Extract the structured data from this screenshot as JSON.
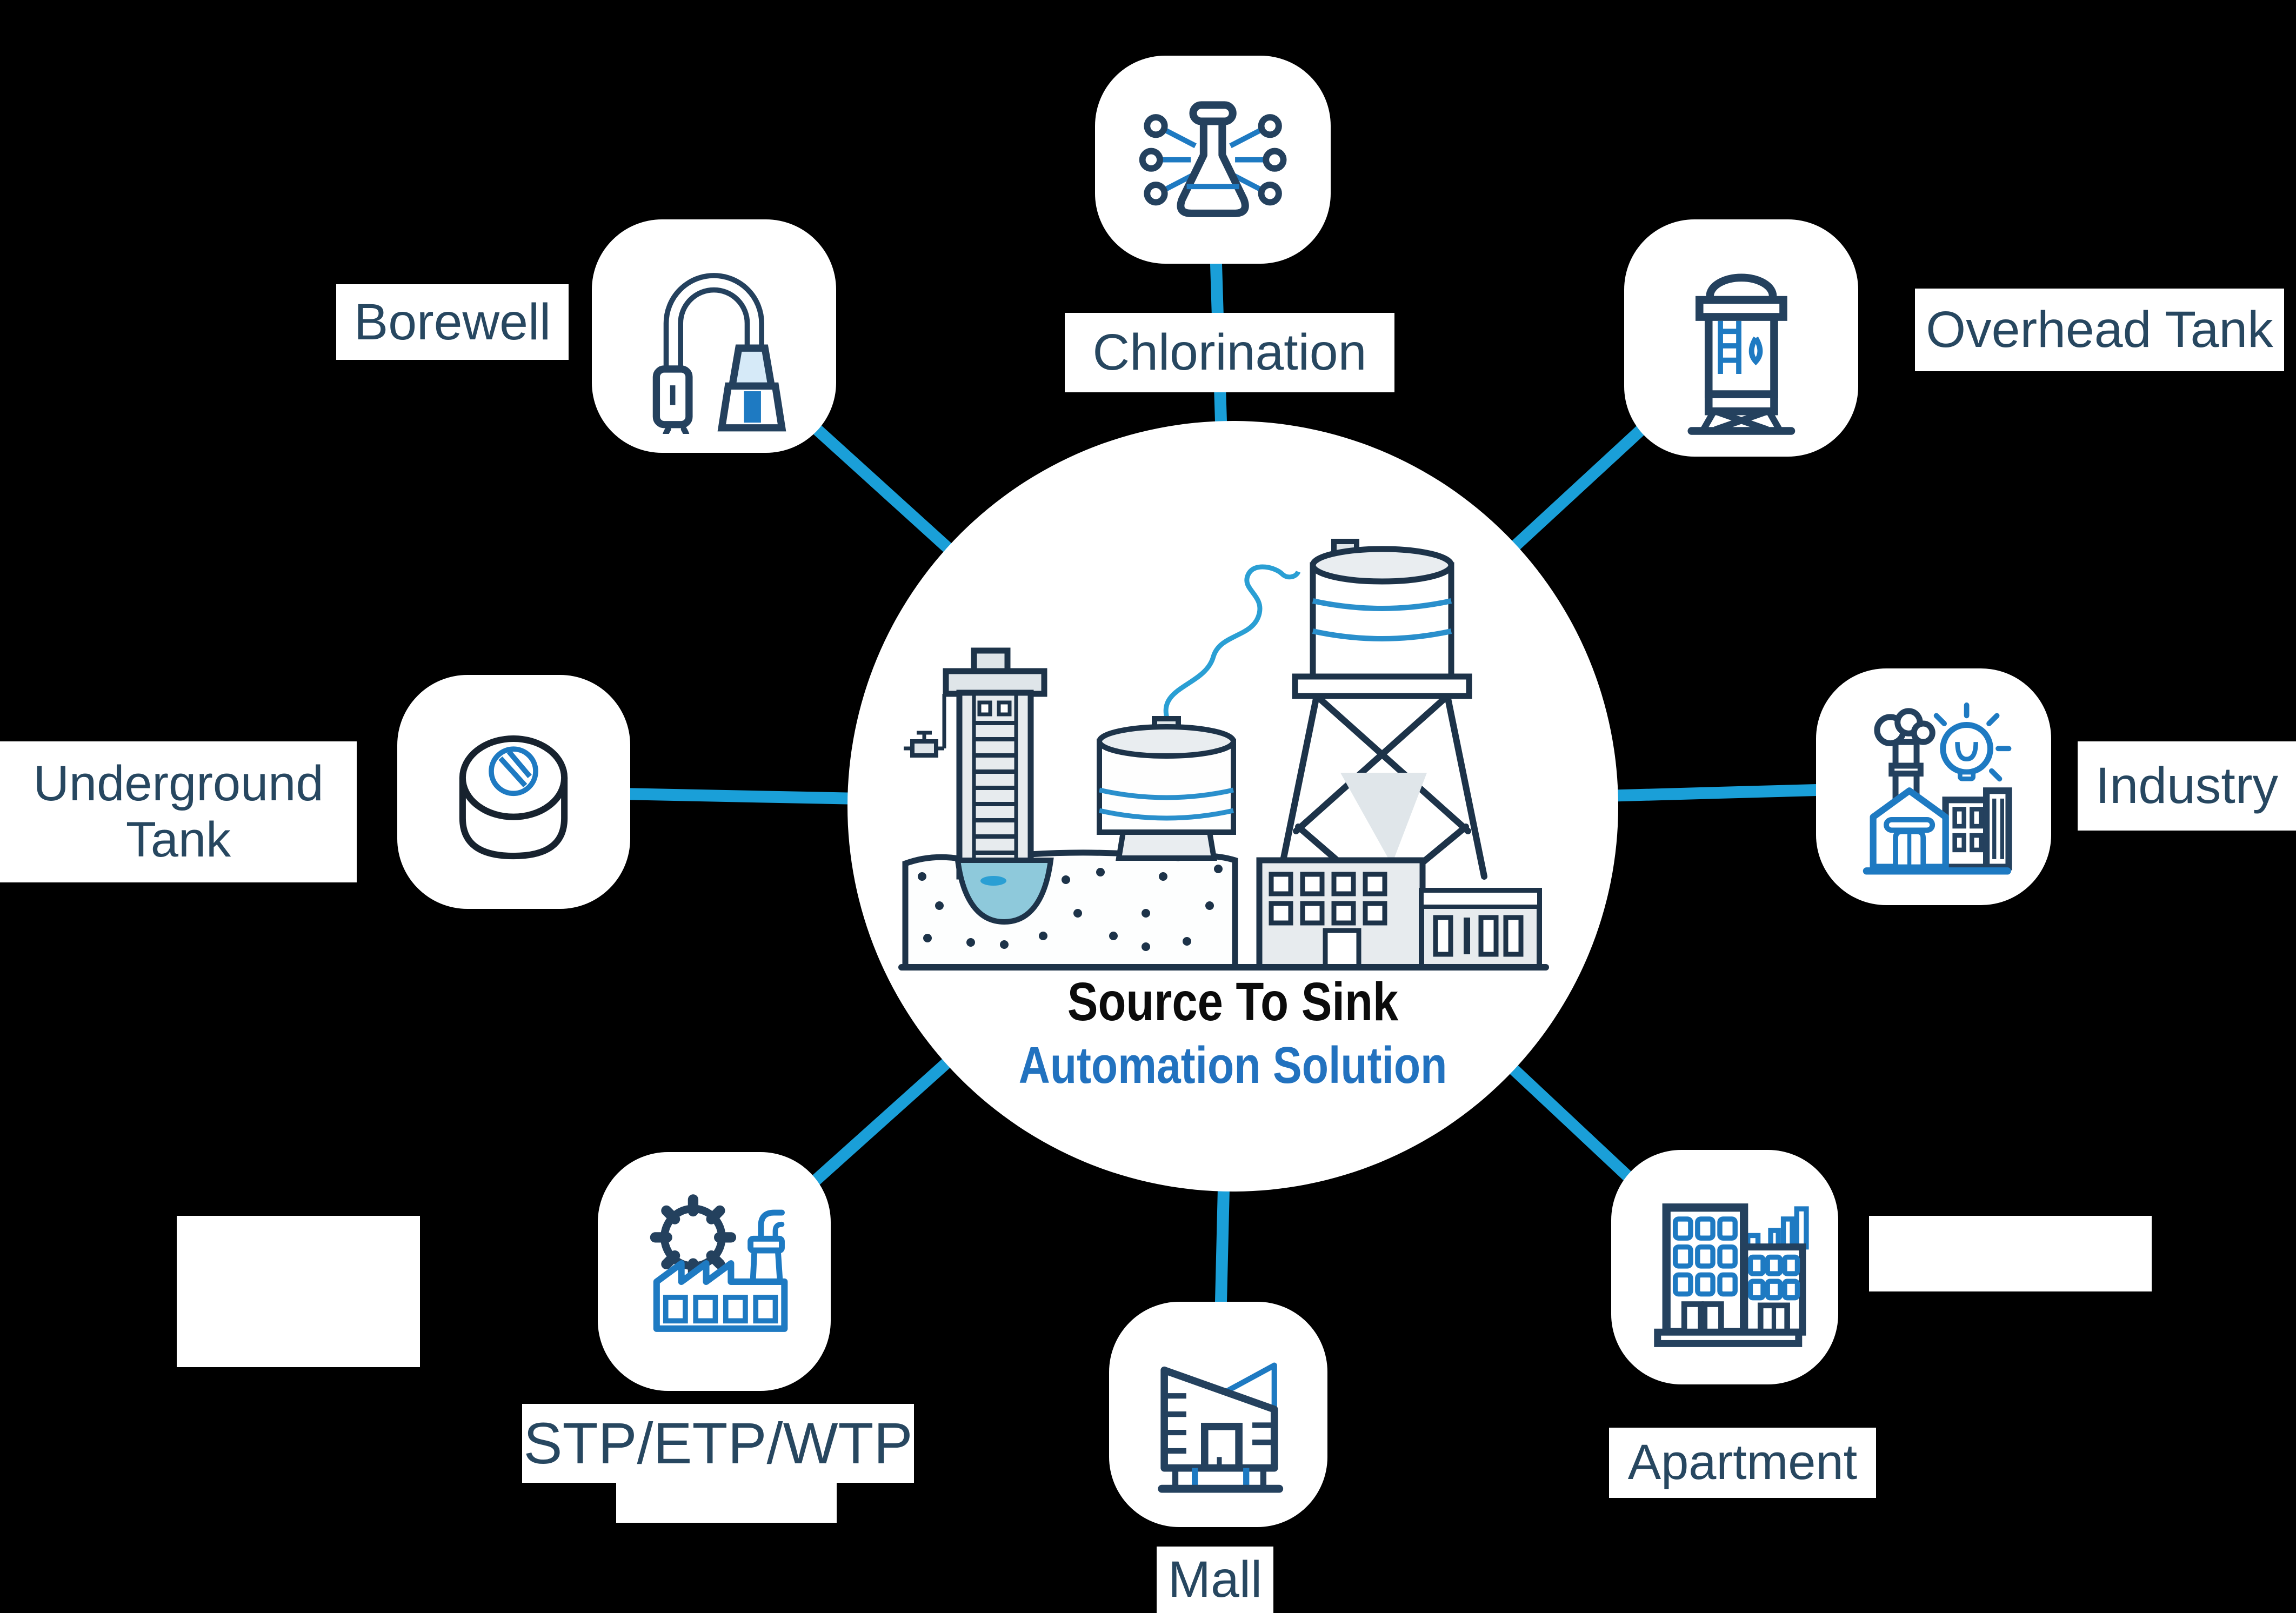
{
  "colors": {
    "background": "#000000",
    "connector_line": "#1a9fd8",
    "node_background": "#ffffff",
    "label_background": "#ffffff",
    "label_text": "#274760",
    "icon_dark_navy": "#24415e",
    "icon_blue": "#1e7ac2",
    "center_title": "#0b0b0b",
    "center_subtitle": "#2272bf",
    "illustration_water": "#8ec9db",
    "illustration_steam": "#2a9fd4"
  },
  "center": {
    "title": "Source To Sink",
    "subtitle": "Automation Solution"
  },
  "nodes": [
    {
      "label": "Borewell",
      "icon": "borewell-pump-icon"
    },
    {
      "label": "Chlorination",
      "icon": "chlorination-flask-icon"
    },
    {
      "label": "Overhead Tank",
      "icon": "overhead-tank-icon"
    },
    {
      "label": "Industry",
      "icon": "industry-factory-icon"
    },
    {
      "label": "Apartment",
      "icon": "apartment-buildings-icon"
    },
    {
      "label": "Mall",
      "icon": "mall-building-icon"
    },
    {
      "label": "STP/ETP/WTP",
      "icon": "treatment-plant-icon"
    },
    {
      "label": "Underground Tank",
      "icon": "underground-tank-icon"
    }
  ]
}
